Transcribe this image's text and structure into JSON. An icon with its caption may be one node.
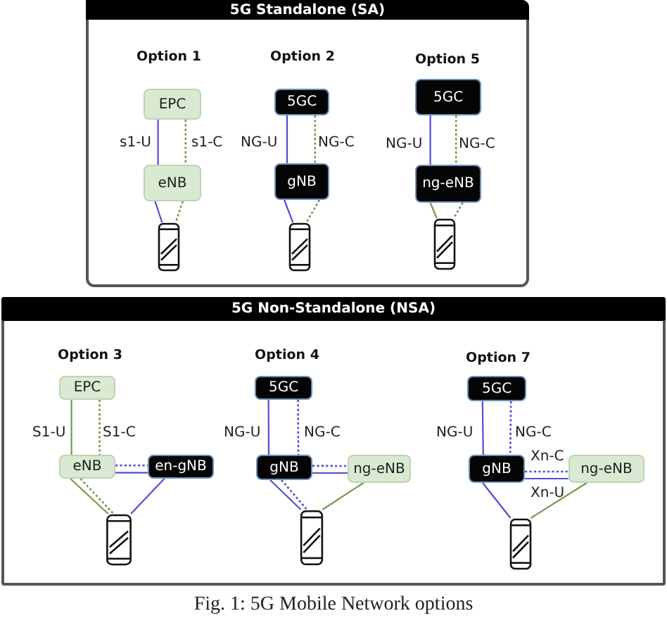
{
  "diagram": {
    "caption": "Fig. 1: 5G Mobile Network options",
    "nodes": [
      {
        "text": [
          "5G Standalone (SA)"
        ]
      },
      {
        "text": [
          "EPC"
        ],
        "in": 0
      },
      {
        "text": [
          "eNB"
        ],
        "in": 0
      },
      {
        "text": [],
        "shape": "phone",
        "in": 0
      },
      {
        "text": [
          "5GC"
        ],
        "in": 0
      },
      {
        "text": [
          "gNB"
        ],
        "in": 0
      },
      {
        "text": [],
        "shape": "phone",
        "in": 0
      },
      {
        "text": [
          "5GC"
        ],
        "in": 0
      },
      {
        "text": [
          "ng-eNB"
        ],
        "in": 0
      },
      {
        "text": [],
        "shape": "phone",
        "in": 0
      },
      {
        "text": [
          "5G Non-Standalone (NSA)"
        ]
      },
      {
        "text": [
          "EPC"
        ],
        "in": 10
      },
      {
        "text": [
          "eNB"
        ],
        "in": 10
      },
      {
        "text": [
          "en-gNB"
        ],
        "in": 10
      },
      {
        "text": [],
        "shape": "phone",
        "in": 10
      },
      {
        "text": [
          "5GC"
        ],
        "in": 10
      },
      {
        "text": [
          "gNB"
        ],
        "in": 10
      },
      {
        "text": [
          "ng-eNB"
        ],
        "in": 10
      },
      {
        "text": [],
        "shape": "phone",
        "in": 10
      },
      {
        "text": [
          "5GC"
        ],
        "in": 10
      },
      {
        "text": [
          "gNB"
        ],
        "in": 10
      },
      {
        "text": [
          "ng-eNB"
        ],
        "in": 10
      },
      {
        "text": [],
        "shape": "phone",
        "in": 10
      }
    ],
    "edges": [
      {
        "from": 1,
        "to": 2,
        "arrow": "none",
        "label": "s1-U"
      },
      {
        "from": 1,
        "to": 2,
        "arrow": "none",
        "label": "s1-C",
        "style": "dashed",
        "color": "#6f9a50"
      },
      {
        "from": 2,
        "to": 3,
        "arrow": "none"
      },
      {
        "from": 2,
        "to": 3,
        "arrow": "none",
        "style": "dashed",
        "color": "#6f9a50"
      },
      {
        "from": 4,
        "to": 5,
        "arrow": "none",
        "label": "NG-U"
      },
      {
        "from": 4,
        "to": 5,
        "arrow": "none",
        "label": "NG-C",
        "style": "dashed",
        "color": "#6f9a50"
      },
      {
        "from": 5,
        "to": 6,
        "arrow": "none"
      },
      {
        "from": 5,
        "to": 6,
        "arrow": "none",
        "style": "dashed",
        "color": "#6f9a50"
      },
      {
        "from": 7,
        "to": 8,
        "arrow": "none",
        "label": "NG-U"
      },
      {
        "from": 7,
        "to": 8,
        "arrow": "none",
        "label": "NG-C",
        "style": "dashed",
        "color": "#6f9a50"
      },
      {
        "from": 8,
        "to": 9,
        "arrow": "none",
        "color": "#6f9a50"
      },
      {
        "from": 8,
        "to": 9,
        "arrow": "none",
        "style": "dashed",
        "color": "#6f9a50"
      },
      {
        "from": 11,
        "to": 12,
        "arrow": "none",
        "label": "S1-U",
        "color": "#6f9a50"
      },
      {
        "from": 11,
        "to": 12,
        "arrow": "none",
        "label": "S1-C",
        "style": "dashed",
        "color": "#6f9a50"
      },
      {
        "from": 12,
        "to": 13,
        "arrow": "none",
        "style": "dashed"
      },
      {
        "from": 12,
        "to": 13,
        "arrow": "none"
      },
      {
        "from": 12,
        "to": 14,
        "arrow": "none",
        "color": "#6f9a50"
      },
      {
        "from": 12,
        "to": 14,
        "arrow": "none",
        "style": "dashed",
        "color": "#6f9a50"
      },
      {
        "from": 13,
        "to": 14,
        "arrow": "none"
      },
      {
        "from": 15,
        "to": 16,
        "arrow": "none",
        "label": "NG-U"
      },
      {
        "from": 15,
        "to": 16,
        "arrow": "none",
        "label": "NG-C",
        "style": "dashed"
      },
      {
        "from": 16,
        "to": 17,
        "arrow": "none",
        "style": "dashed"
      },
      {
        "from": 16,
        "to": 17,
        "arrow": "none"
      },
      {
        "from": 16,
        "to": 18,
        "arrow": "none"
      },
      {
        "from": 16,
        "to": 18,
        "arrow": "none",
        "style": "dashed"
      },
      {
        "from": 17,
        "to": 18,
        "arrow": "none",
        "color": "#6f9a50"
      },
      {
        "from": 19,
        "to": 20,
        "arrow": "none",
        "label": "NG-U"
      },
      {
        "from": 19,
        "to": 20,
        "arrow": "none",
        "label": "NG-C",
        "style": "dashed"
      },
      {
        "from": 20,
        "to": 21,
        "arrow": "none",
        "label": "Xn-C",
        "style": "dashed"
      },
      {
        "from": 20,
        "to": 21,
        "arrow": "none",
        "label": "Xn-U"
      },
      {
        "from": 20,
        "to": 22,
        "arrow": "none"
      },
      {
        "from": 21,
        "to": 22,
        "arrow": "none",
        "color": "#6f9a50"
      }
    ],
    "labels": [
      "Option 1",
      "Option 2",
      "Option 5",
      "Option 3",
      "Option 4",
      "Option 7"
    ]
  }
}
